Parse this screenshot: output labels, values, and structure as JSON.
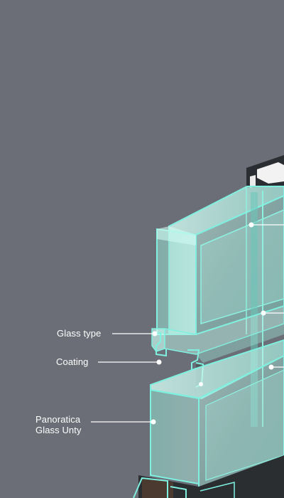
{
  "labels": {
    "glass_type": "Glass type",
    "coating": "Coating",
    "unit_line1": "Panoratica",
    "unit_line2": "Glass Unty"
  },
  "colors": {
    "background": "#6b6e76",
    "glass_edge": "#7ff0e0",
    "glass_fill": "#9fe9dc",
    "frame_dark": "#2c2f33",
    "callout": "#ffffff"
  }
}
